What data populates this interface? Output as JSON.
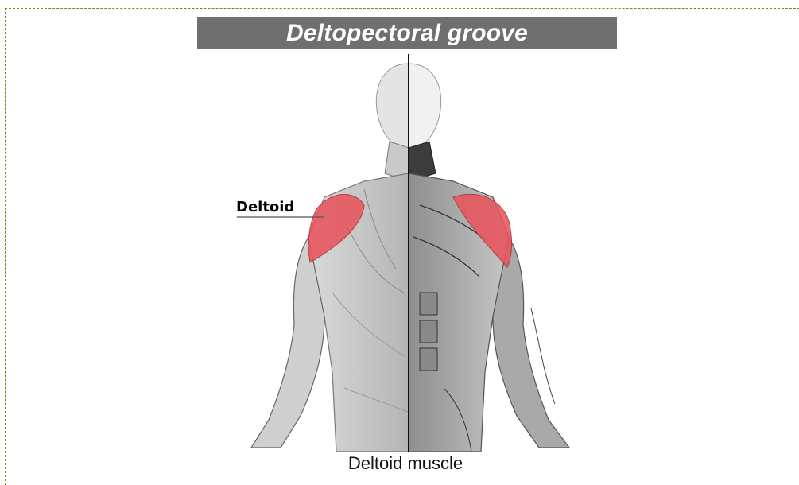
{
  "title": "Deltopectoral groove",
  "label": "Deltoid",
  "caption": "Deltoid muscle",
  "colors": {
    "title_bg": "#6f6f6f",
    "muscle_highlight": "#e8545c",
    "frame_border": "#6b8e23"
  }
}
